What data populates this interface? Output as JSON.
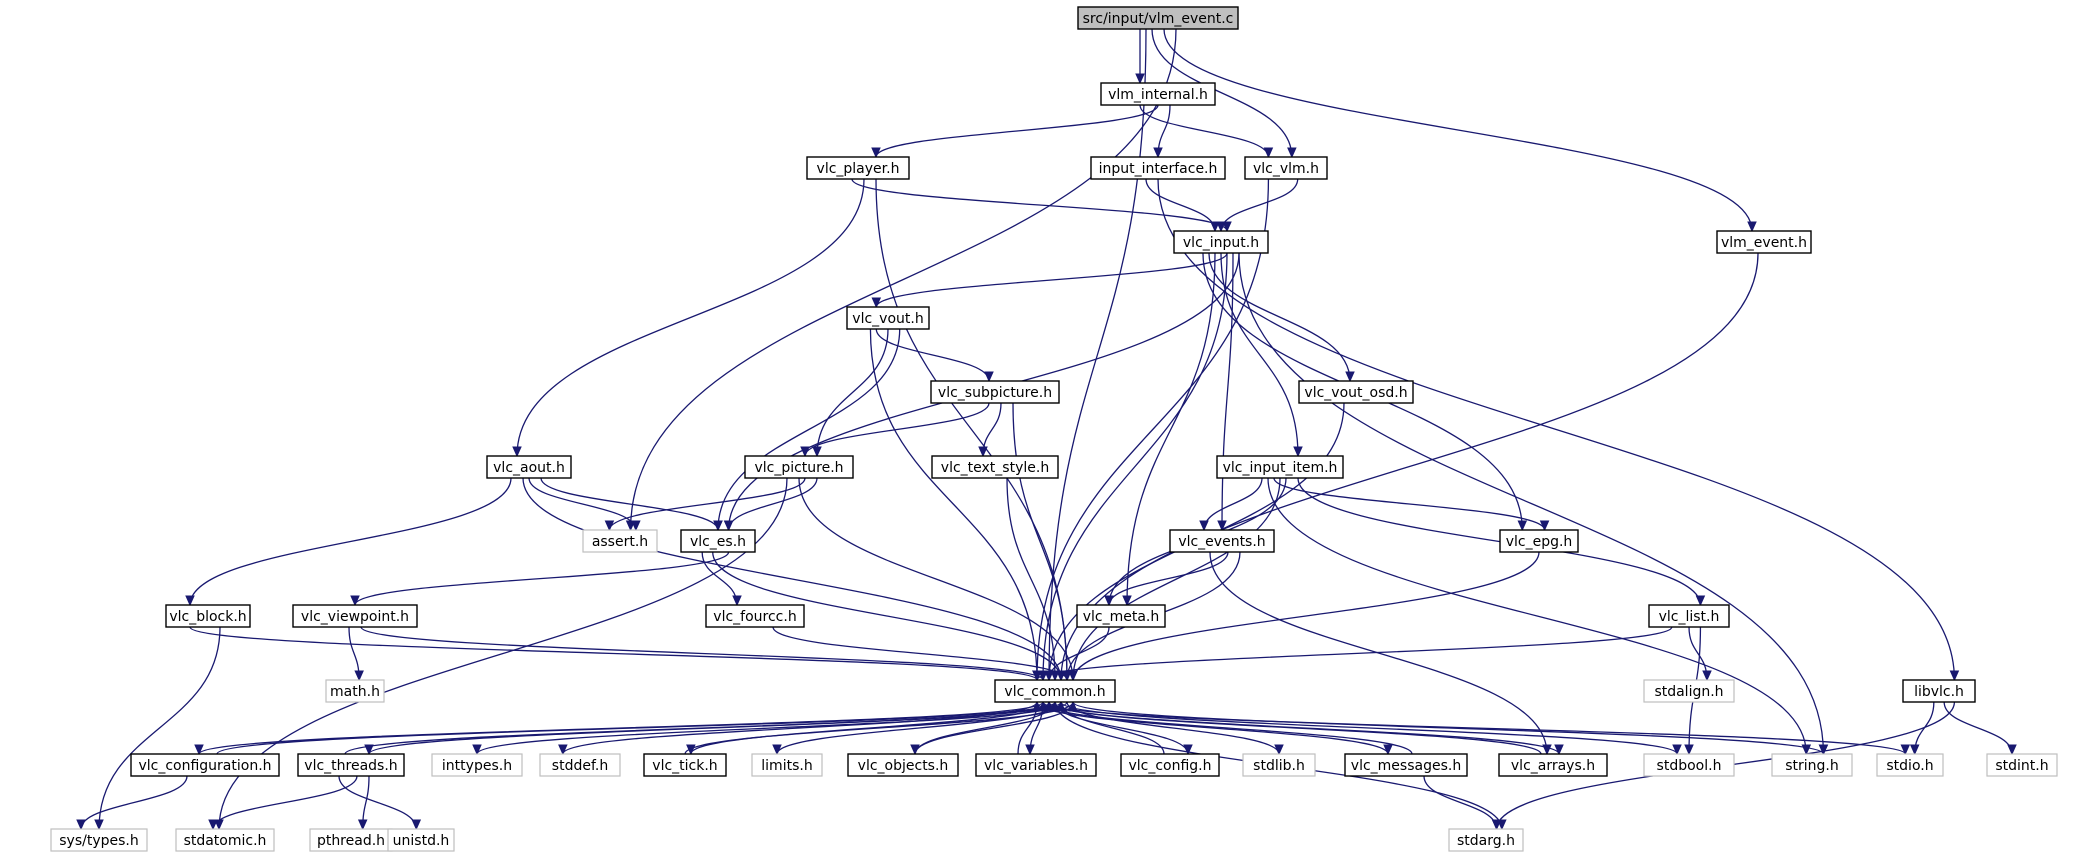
{
  "graph": {
    "title": "src/input/vlm_event.c",
    "colors": {
      "edge": "#191970",
      "root_fill": "#bfbfbf",
      "node_border": "#000000",
      "system_border": "#bfbfbf"
    },
    "nodes": [
      {
        "id": "root",
        "label": "src/input/vlm_event.c",
        "kind": "root"
      },
      {
        "id": "vlm_internal",
        "label": "vlm_internal.h",
        "kind": "local"
      },
      {
        "id": "vlc_player",
        "label": "vlc_player.h",
        "kind": "local"
      },
      {
        "id": "input_interface",
        "label": "input_interface.h",
        "kind": "local"
      },
      {
        "id": "vlc_vlm",
        "label": "vlc_vlm.h",
        "kind": "local"
      },
      {
        "id": "vlm_event",
        "label": "vlm_event.h",
        "kind": "local"
      },
      {
        "id": "vlc_input",
        "label": "vlc_input.h",
        "kind": "local"
      },
      {
        "id": "vlc_vout",
        "label": "vlc_vout.h",
        "kind": "local"
      },
      {
        "id": "vlc_subpicture",
        "label": "vlc_subpicture.h",
        "kind": "local"
      },
      {
        "id": "vlc_vout_osd",
        "label": "vlc_vout_osd.h",
        "kind": "local"
      },
      {
        "id": "vlc_aout",
        "label": "vlc_aout.h",
        "kind": "local"
      },
      {
        "id": "vlc_picture",
        "label": "vlc_picture.h",
        "kind": "local"
      },
      {
        "id": "vlc_text_style",
        "label": "vlc_text_style.h",
        "kind": "local"
      },
      {
        "id": "vlc_input_item",
        "label": "vlc_input_item.h",
        "kind": "local"
      },
      {
        "id": "assert",
        "label": "assert.h",
        "kind": "system"
      },
      {
        "id": "vlc_es",
        "label": "vlc_es.h",
        "kind": "local"
      },
      {
        "id": "vlc_events",
        "label": "vlc_events.h",
        "kind": "local"
      },
      {
        "id": "vlc_epg",
        "label": "vlc_epg.h",
        "kind": "local"
      },
      {
        "id": "vlc_block",
        "label": "vlc_block.h",
        "kind": "local"
      },
      {
        "id": "vlc_viewpoint",
        "label": "vlc_viewpoint.h",
        "kind": "local"
      },
      {
        "id": "vlc_fourcc",
        "label": "vlc_fourcc.h",
        "kind": "local"
      },
      {
        "id": "vlc_meta",
        "label": "vlc_meta.h",
        "kind": "local"
      },
      {
        "id": "vlc_list",
        "label": "vlc_list.h",
        "kind": "local"
      },
      {
        "id": "libvlc",
        "label": "libvlc.h",
        "kind": "local"
      },
      {
        "id": "math",
        "label": "math.h",
        "kind": "system"
      },
      {
        "id": "vlc_common",
        "label": "vlc_common.h",
        "kind": "local"
      },
      {
        "id": "stdalign",
        "label": "stdalign.h",
        "kind": "system"
      },
      {
        "id": "vlc_configuration",
        "label": "vlc_configuration.h",
        "kind": "local"
      },
      {
        "id": "vlc_threads",
        "label": "vlc_threads.h",
        "kind": "local"
      },
      {
        "id": "inttypes",
        "label": "inttypes.h",
        "kind": "system"
      },
      {
        "id": "stddef",
        "label": "stddef.h",
        "kind": "system"
      },
      {
        "id": "vlc_tick",
        "label": "vlc_tick.h",
        "kind": "local"
      },
      {
        "id": "limits",
        "label": "limits.h",
        "kind": "system"
      },
      {
        "id": "vlc_objects",
        "label": "vlc_objects.h",
        "kind": "local"
      },
      {
        "id": "vlc_variables",
        "label": "vlc_variables.h",
        "kind": "local"
      },
      {
        "id": "vlc_config",
        "label": "vlc_config.h",
        "kind": "local"
      },
      {
        "id": "stdlib",
        "label": "stdlib.h",
        "kind": "system"
      },
      {
        "id": "vlc_messages",
        "label": "vlc_messages.h",
        "kind": "local"
      },
      {
        "id": "vlc_arrays",
        "label": "vlc_arrays.h",
        "kind": "local"
      },
      {
        "id": "stdbool",
        "label": "stdbool.h",
        "kind": "system"
      },
      {
        "id": "string",
        "label": "string.h",
        "kind": "system"
      },
      {
        "id": "stdio",
        "label": "stdio.h",
        "kind": "system"
      },
      {
        "id": "stdint",
        "label": "stdint.h",
        "kind": "system"
      },
      {
        "id": "sys_types",
        "label": "sys/types.h",
        "kind": "system"
      },
      {
        "id": "stdatomic",
        "label": "stdatomic.h",
        "kind": "system"
      },
      {
        "id": "pthread",
        "label": "pthread.h",
        "kind": "system"
      },
      {
        "id": "unistd",
        "label": "unistd.h",
        "kind": "system"
      },
      {
        "id": "stdarg",
        "label": "stdarg.h",
        "kind": "system"
      }
    ],
    "edges": [
      [
        "root",
        "vlm_internal"
      ],
      [
        "root",
        "vlc_vlm"
      ],
      [
        "root",
        "vlm_event"
      ],
      [
        "root",
        "assert"
      ],
      [
        "root",
        "vlc_common"
      ],
      [
        "vlm_internal",
        "vlc_player"
      ],
      [
        "vlm_internal",
        "input_interface"
      ],
      [
        "vlm_internal",
        "vlc_vlm"
      ],
      [
        "vlc_player",
        "vlc_input"
      ],
      [
        "vlc_player",
        "vlc_aout"
      ],
      [
        "vlc_player",
        "vlc_common"
      ],
      [
        "input_interface",
        "vlc_input"
      ],
      [
        "input_interface",
        "libvlc"
      ],
      [
        "vlc_vlm",
        "vlc_input"
      ],
      [
        "vlc_vlm",
        "vlc_common"
      ],
      [
        "vlm_event",
        "vlc_common"
      ],
      [
        "vlc_input",
        "vlc_vout"
      ],
      [
        "vlc_input",
        "vlc_es"
      ],
      [
        "vlc_input",
        "vlc_vout_osd"
      ],
      [
        "vlc_input",
        "vlc_input_item"
      ],
      [
        "vlc_input",
        "vlc_events"
      ],
      [
        "vlc_input",
        "vlc_epg"
      ],
      [
        "vlc_input",
        "vlc_meta"
      ],
      [
        "vlc_input",
        "vlc_common"
      ],
      [
        "vlc_input",
        "string"
      ],
      [
        "vlc_vout",
        "vlc_subpicture"
      ],
      [
        "vlc_vout",
        "vlc_picture"
      ],
      [
        "vlc_vout",
        "vlc_es"
      ],
      [
        "vlc_vout",
        "vlc_common"
      ],
      [
        "vlc_subpicture",
        "vlc_picture"
      ],
      [
        "vlc_subpicture",
        "vlc_text_style"
      ],
      [
        "vlc_subpicture",
        "vlc_common"
      ],
      [
        "vlc_vout_osd",
        "vlc_common"
      ],
      [
        "vlc_aout",
        "assert"
      ],
      [
        "vlc_aout",
        "vlc_es"
      ],
      [
        "vlc_aout",
        "vlc_block"
      ],
      [
        "vlc_aout",
        "vlc_common"
      ],
      [
        "vlc_picture",
        "assert"
      ],
      [
        "vlc_picture",
        "vlc_es"
      ],
      [
        "vlc_picture",
        "stdatomic"
      ],
      [
        "vlc_picture",
        "vlc_common"
      ],
      [
        "vlc_text_style",
        "vlc_common"
      ],
      [
        "vlc_input_item",
        "vlc_events"
      ],
      [
        "vlc_input_item",
        "vlc_epg"
      ],
      [
        "vlc_input_item",
        "vlc_meta"
      ],
      [
        "vlc_input_item",
        "vlc_list"
      ],
      [
        "vlc_input_item",
        "string"
      ],
      [
        "vlc_input_item",
        "vlc_common"
      ],
      [
        "vlc_es",
        "vlc_viewpoint"
      ],
      [
        "vlc_es",
        "vlc_fourcc"
      ],
      [
        "vlc_es",
        "vlc_common"
      ],
      [
        "vlc_events",
        "vlc_meta"
      ],
      [
        "vlc_events",
        "vlc_common"
      ],
      [
        "vlc_events",
        "vlc_arrays"
      ],
      [
        "vlc_epg",
        "vlc_common"
      ],
      [
        "vlc_block",
        "sys_types"
      ],
      [
        "vlc_block",
        "vlc_common"
      ],
      [
        "vlc_viewpoint",
        "math"
      ],
      [
        "vlc_viewpoint",
        "vlc_common"
      ],
      [
        "vlc_fourcc",
        "vlc_common"
      ],
      [
        "vlc_meta",
        "vlc_common"
      ],
      [
        "vlc_list",
        "stdalign"
      ],
      [
        "vlc_list",
        "stdbool"
      ],
      [
        "vlc_list",
        "vlc_common"
      ],
      [
        "libvlc",
        "stdio"
      ],
      [
        "libvlc",
        "stdint"
      ],
      [
        "libvlc",
        "stdarg"
      ],
      [
        "vlc_common",
        "vlc_configuration"
      ],
      [
        "vlc_common",
        "vlc_threads"
      ],
      [
        "vlc_common",
        "inttypes"
      ],
      [
        "vlc_common",
        "stddef"
      ],
      [
        "vlc_common",
        "vlc_tick"
      ],
      [
        "vlc_common",
        "limits"
      ],
      [
        "vlc_common",
        "vlc_objects"
      ],
      [
        "vlc_common",
        "vlc_variables"
      ],
      [
        "vlc_common",
        "vlc_config"
      ],
      [
        "vlc_common",
        "stdlib"
      ],
      [
        "vlc_common",
        "vlc_messages"
      ],
      [
        "vlc_common",
        "vlc_arrays"
      ],
      [
        "vlc_common",
        "stdbool"
      ],
      [
        "vlc_common",
        "string"
      ],
      [
        "vlc_common",
        "stdio"
      ],
      [
        "vlc_common",
        "stdarg"
      ],
      [
        "vlc_configuration",
        "vlc_common"
      ],
      [
        "vlc_configuration",
        "sys_types"
      ],
      [
        "vlc_threads",
        "vlc_common"
      ],
      [
        "vlc_threads",
        "stdatomic"
      ],
      [
        "vlc_threads",
        "pthread"
      ],
      [
        "vlc_threads",
        "unistd"
      ],
      [
        "vlc_tick",
        "vlc_common"
      ],
      [
        "vlc_objects",
        "vlc_common"
      ],
      [
        "vlc_variables",
        "vlc_common"
      ],
      [
        "vlc_config",
        "vlc_common"
      ],
      [
        "vlc_messages",
        "vlc_common"
      ],
      [
        "vlc_messages",
        "stdarg"
      ],
      [
        "vlc_arrays",
        "vlc_common"
      ]
    ]
  }
}
